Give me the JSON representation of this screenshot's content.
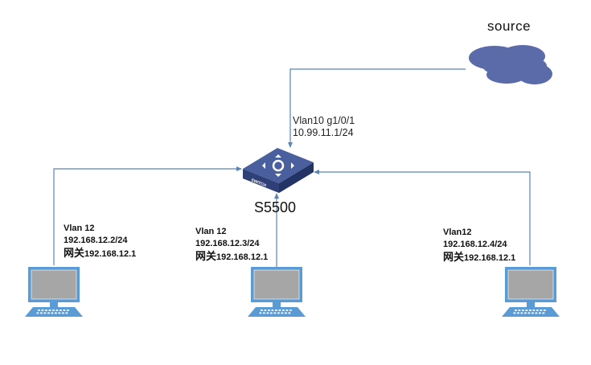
{
  "diagram": {
    "source": {
      "label": "source",
      "icon": "cloud-icon",
      "color": "#5b6aa8"
    },
    "switch": {
      "name": "S5500",
      "icon": "switch-icon",
      "face_text": "SWITCH",
      "uplink_line1": "Vlan10 g1/0/1",
      "uplink_line2": "10.99.11.1/24"
    },
    "hosts": [
      {
        "vlan": "Vlan 12",
        "ip": "192.168.12.2/24",
        "gw_prefix": "网关",
        "gw": "192.168.12.1",
        "icon": "computer-icon"
      },
      {
        "vlan": "Vlan 12",
        "ip": "192.168.12.3/24",
        "gw_prefix": "网关",
        "gw": "192.168.12.1",
        "icon": "computer-icon"
      },
      {
        "vlan": "Vlan12",
        "ip": "192.168.12.4/24",
        "gw_prefix": "网关",
        "gw": "192.168.12.1",
        "icon": "computer-icon"
      }
    ],
    "colors": {
      "link": "#5b84b1",
      "device_blue": "#5b9bd5",
      "screen_gray": "#a6a6a6"
    }
  }
}
